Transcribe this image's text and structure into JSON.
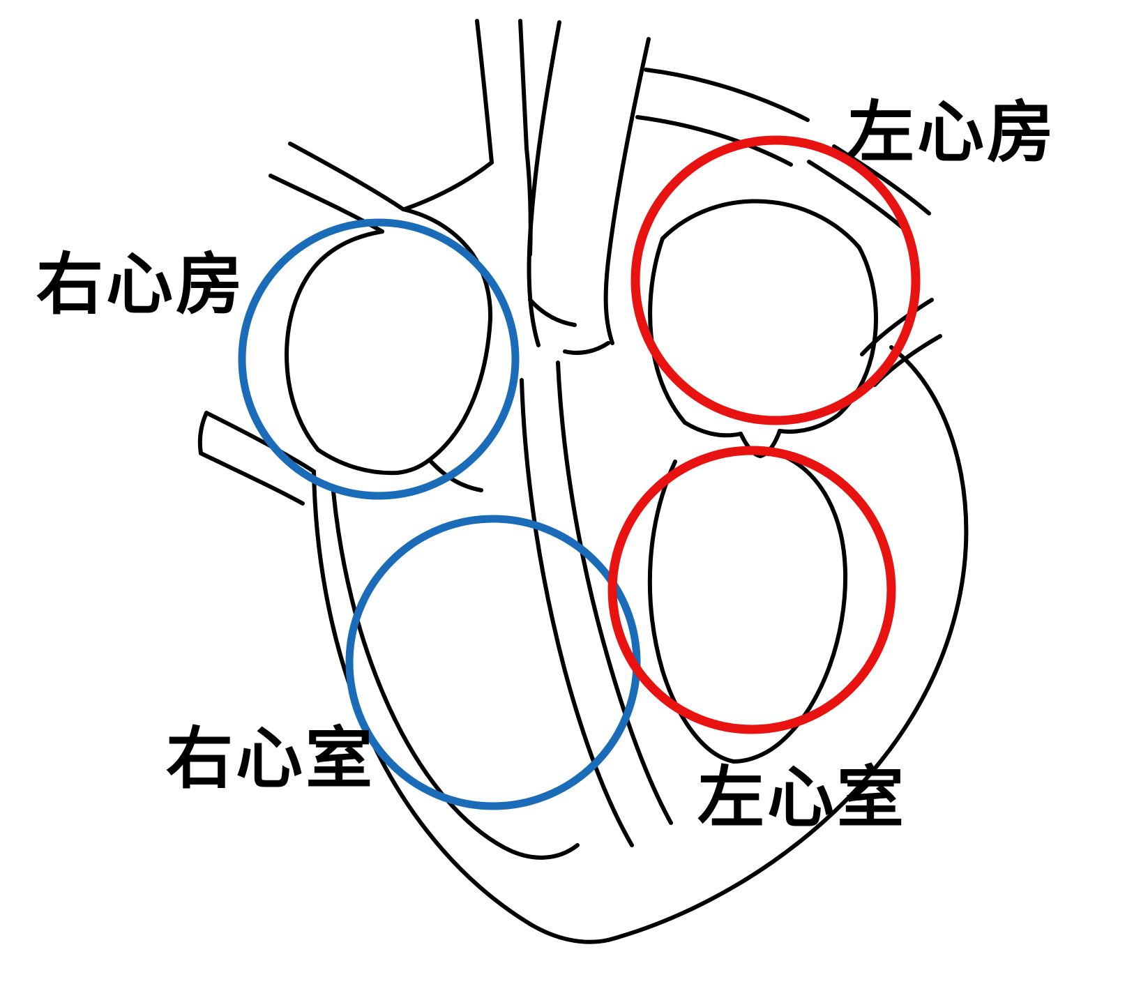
{
  "diagram": {
    "labels": {
      "left_atrium": "左心房",
      "right_atrium": "右心房",
      "right_ventricle": "右心室",
      "left_ventricle": "左心室"
    },
    "colors": {
      "left_heart_highlight": "#e81210",
      "right_heart_highlight": "#1a6cb8",
      "outline": "#000000",
      "background": "#ffffff"
    }
  }
}
